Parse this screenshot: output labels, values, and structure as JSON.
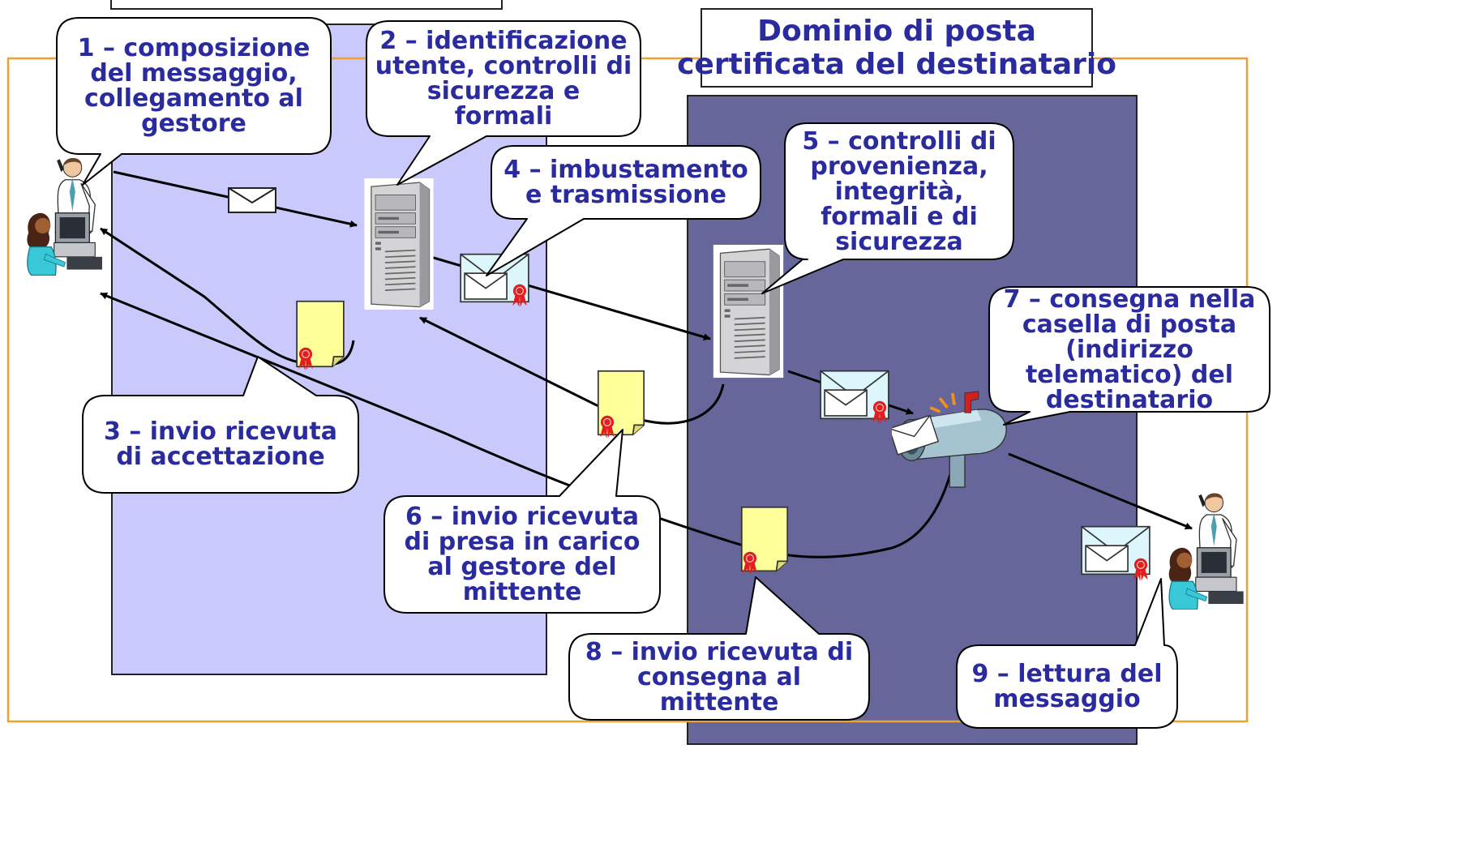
{
  "diagram": {
    "recipient_domain": {
      "title_lines": [
        "Dominio di posta",
        "certificata del destinatario"
      ]
    },
    "steps": [
      {
        "id": "step-1",
        "lines": [
          "1 – composizione",
          "del messaggio,",
          "collegamento al",
          "gestore"
        ]
      },
      {
        "id": "step-2",
        "lines": [
          "2 – identificazione",
          "utente, controlli di",
          "sicurezza e",
          "formali"
        ]
      },
      {
        "id": "step-3",
        "lines": [
          "3 – invio ricevuta",
          "di accettazione"
        ]
      },
      {
        "id": "step-4",
        "lines": [
          "4 – imbustamento",
          "e trasmissione"
        ]
      },
      {
        "id": "step-5",
        "lines": [
          "5 – controlli di",
          "provenienza,",
          "integrità,",
          "formali e di",
          "sicurezza"
        ]
      },
      {
        "id": "step-6",
        "lines": [
          "6 – invio ricevuta",
          "di presa in carico",
          "al gestore del",
          "mittente"
        ]
      },
      {
        "id": "step-7",
        "lines": [
          "7 – consegna nella",
          "casella di posta",
          "(indirizzo",
          "telematico) del",
          "destinatario"
        ]
      },
      {
        "id": "step-8",
        "lines": [
          "8 – invio ricevuta di",
          "consegna al",
          "mittente"
        ]
      },
      {
        "id": "step-9",
        "lines": [
          "9 – lettura del",
          "messaggio"
        ]
      }
    ],
    "icons": [
      "user-at-computer-icon",
      "server-tower-icon",
      "envelope-icon",
      "certified-envelope-icon",
      "receipt-document-icon",
      "mailbox-icon"
    ],
    "colors": {
      "sender_domain_fill": "#c9c9fb",
      "recipient_domain_fill": "#66669a",
      "outer_frame": "#f0a030",
      "callout_text": "#2b2ba0",
      "envelope_fill": "#dcf6fb",
      "receipt_fill": "#ffff99",
      "seal_red": "#e02020"
    }
  }
}
